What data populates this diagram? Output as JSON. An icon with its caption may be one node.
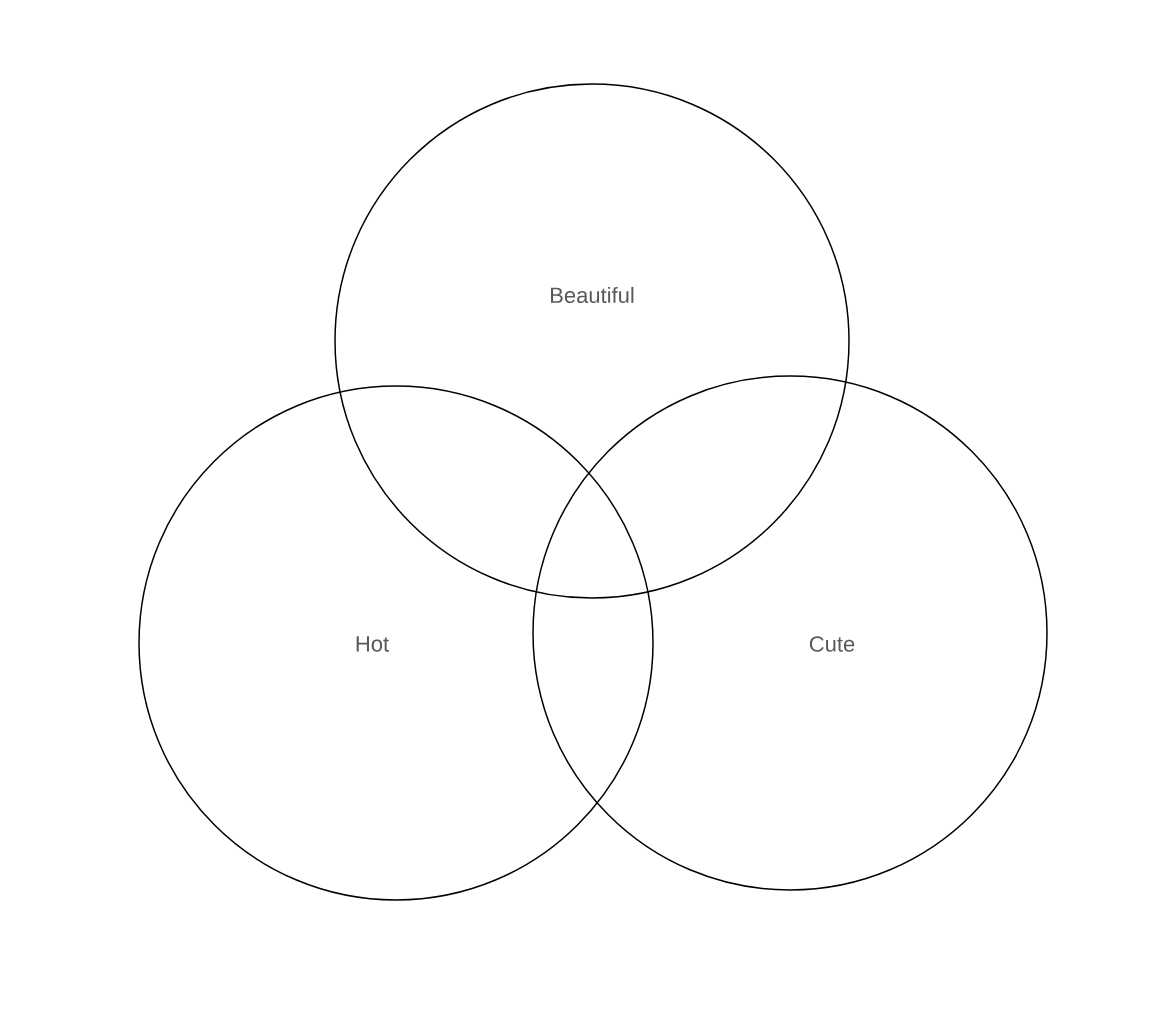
{
  "diagram": {
    "nodes": [
      {
        "text": [
          "Beautiful"
        ]
      },
      {
        "text": [
          "Hot"
        ]
      },
      {
        "text": [
          "Cute"
        ]
      }
    ]
  }
}
